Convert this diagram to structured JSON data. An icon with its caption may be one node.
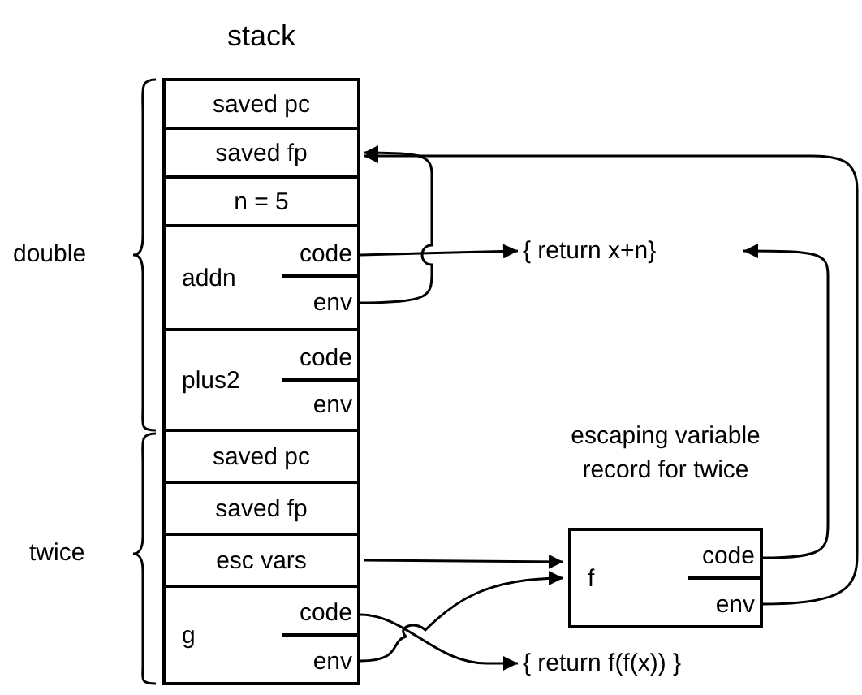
{
  "diagram": {
    "title": "stack",
    "nodes": [
      {
        "text": [
          "saved pc"
        ]
      },
      {
        "text": [
          "saved fp"
        ]
      },
      {
        "text": [
          "n = 5"
        ]
      },
      {
        "text": [
          "addn"
        ]
      },
      {
        "text": [
          "code"
        ],
        "in": 3
      },
      {
        "text": [
          "env"
        ],
        "in": 3
      },
      {
        "text": [
          "plus2"
        ]
      },
      {
        "text": [
          "code"
        ],
        "in": 6
      },
      {
        "text": [
          "env"
        ],
        "in": 6
      },
      {
        "text": [
          "saved pc"
        ]
      },
      {
        "text": [
          "saved fp"
        ]
      },
      {
        "text": [
          "esc vars"
        ]
      },
      {
        "text": [
          "g"
        ]
      },
      {
        "text": [
          "code"
        ],
        "in": 12
      },
      {
        "text": [
          "env"
        ],
        "in": 12
      },
      {
        "text": [
          "{ return x+n}"
        ]
      },
      {
        "text": [
          "escaping variable record for twice",
          "f"
        ]
      },
      {
        "text": [
          "code"
        ],
        "in": 16
      },
      {
        "text": [
          "env"
        ],
        "in": 16
      },
      {
        "text": [
          "{ return f(f(x)) }"
        ]
      }
    ],
    "edges": [
      {
        "from": 4,
        "to": 15,
        "arrow": "to"
      },
      {
        "from": 5,
        "to": 1,
        "arrow": "to"
      },
      {
        "from": 17,
        "to": 15,
        "arrow": "to"
      },
      {
        "from": 18,
        "to": 1,
        "arrow": "to"
      },
      {
        "from": 11,
        "to": 16,
        "arrow": "to"
      },
      {
        "from": 14,
        "to": 16,
        "arrow": "to"
      },
      {
        "from": 13,
        "to": 19,
        "arrow": "to"
      }
    ],
    "labels": [
      "double",
      "twice"
    ]
  }
}
